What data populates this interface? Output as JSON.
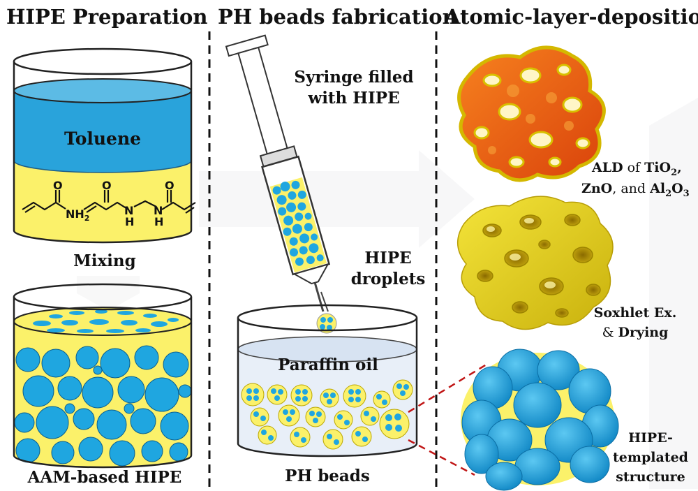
{
  "headers": {
    "col1": "HIPE Preparation",
    "col2": "PH beads fabrication",
    "col3": "Atomic-layer-deposition"
  },
  "col1": {
    "toluene": "Toluene",
    "mixing": "Mixing",
    "result": "AAM-based HIPE",
    "chem_nh2": "NH",
    "chem_nh2_sub": "2",
    "chem_o": "O",
    "chem_n": "N",
    "chem_h": "H"
  },
  "col2": {
    "syringe_1": "Syringe  filled",
    "syringe_2": "with HIPE",
    "droplets_1": "HIPE",
    "droplets_2": "droplets",
    "oil": "Paraffin oil",
    "result": "PH beads"
  },
  "col3": {
    "ald_line1_a": "ALD",
    "ald_line1_b": " of ",
    "ald_line1_c": "TiO",
    "ald_line1_sub": "2",
    "ald_line1_d": ",",
    "ald_line2_a": "ZnO",
    "ald_line2_b": ", and ",
    "ald_line2_c": "Al",
    "ald_line2_sub1": "2",
    "ald_line2_d": "O",
    "ald_line2_sub2": "3",
    "soxhlet_1": "Soxhlet Ex.",
    "soxhlet_2a": "& ",
    "soxhlet_2b": "Drying",
    "templated_1": "HIPE-",
    "templated_2": "templated",
    "templated_3": "structure"
  },
  "colors": {
    "toluene_blue": "#29a3db",
    "monomer_yellow": "#fbf16a",
    "droplet_blue": "#1fa6e0",
    "oxide_orange": "#ee5a14",
    "scaffold_yellow": "#e8d315"
  }
}
